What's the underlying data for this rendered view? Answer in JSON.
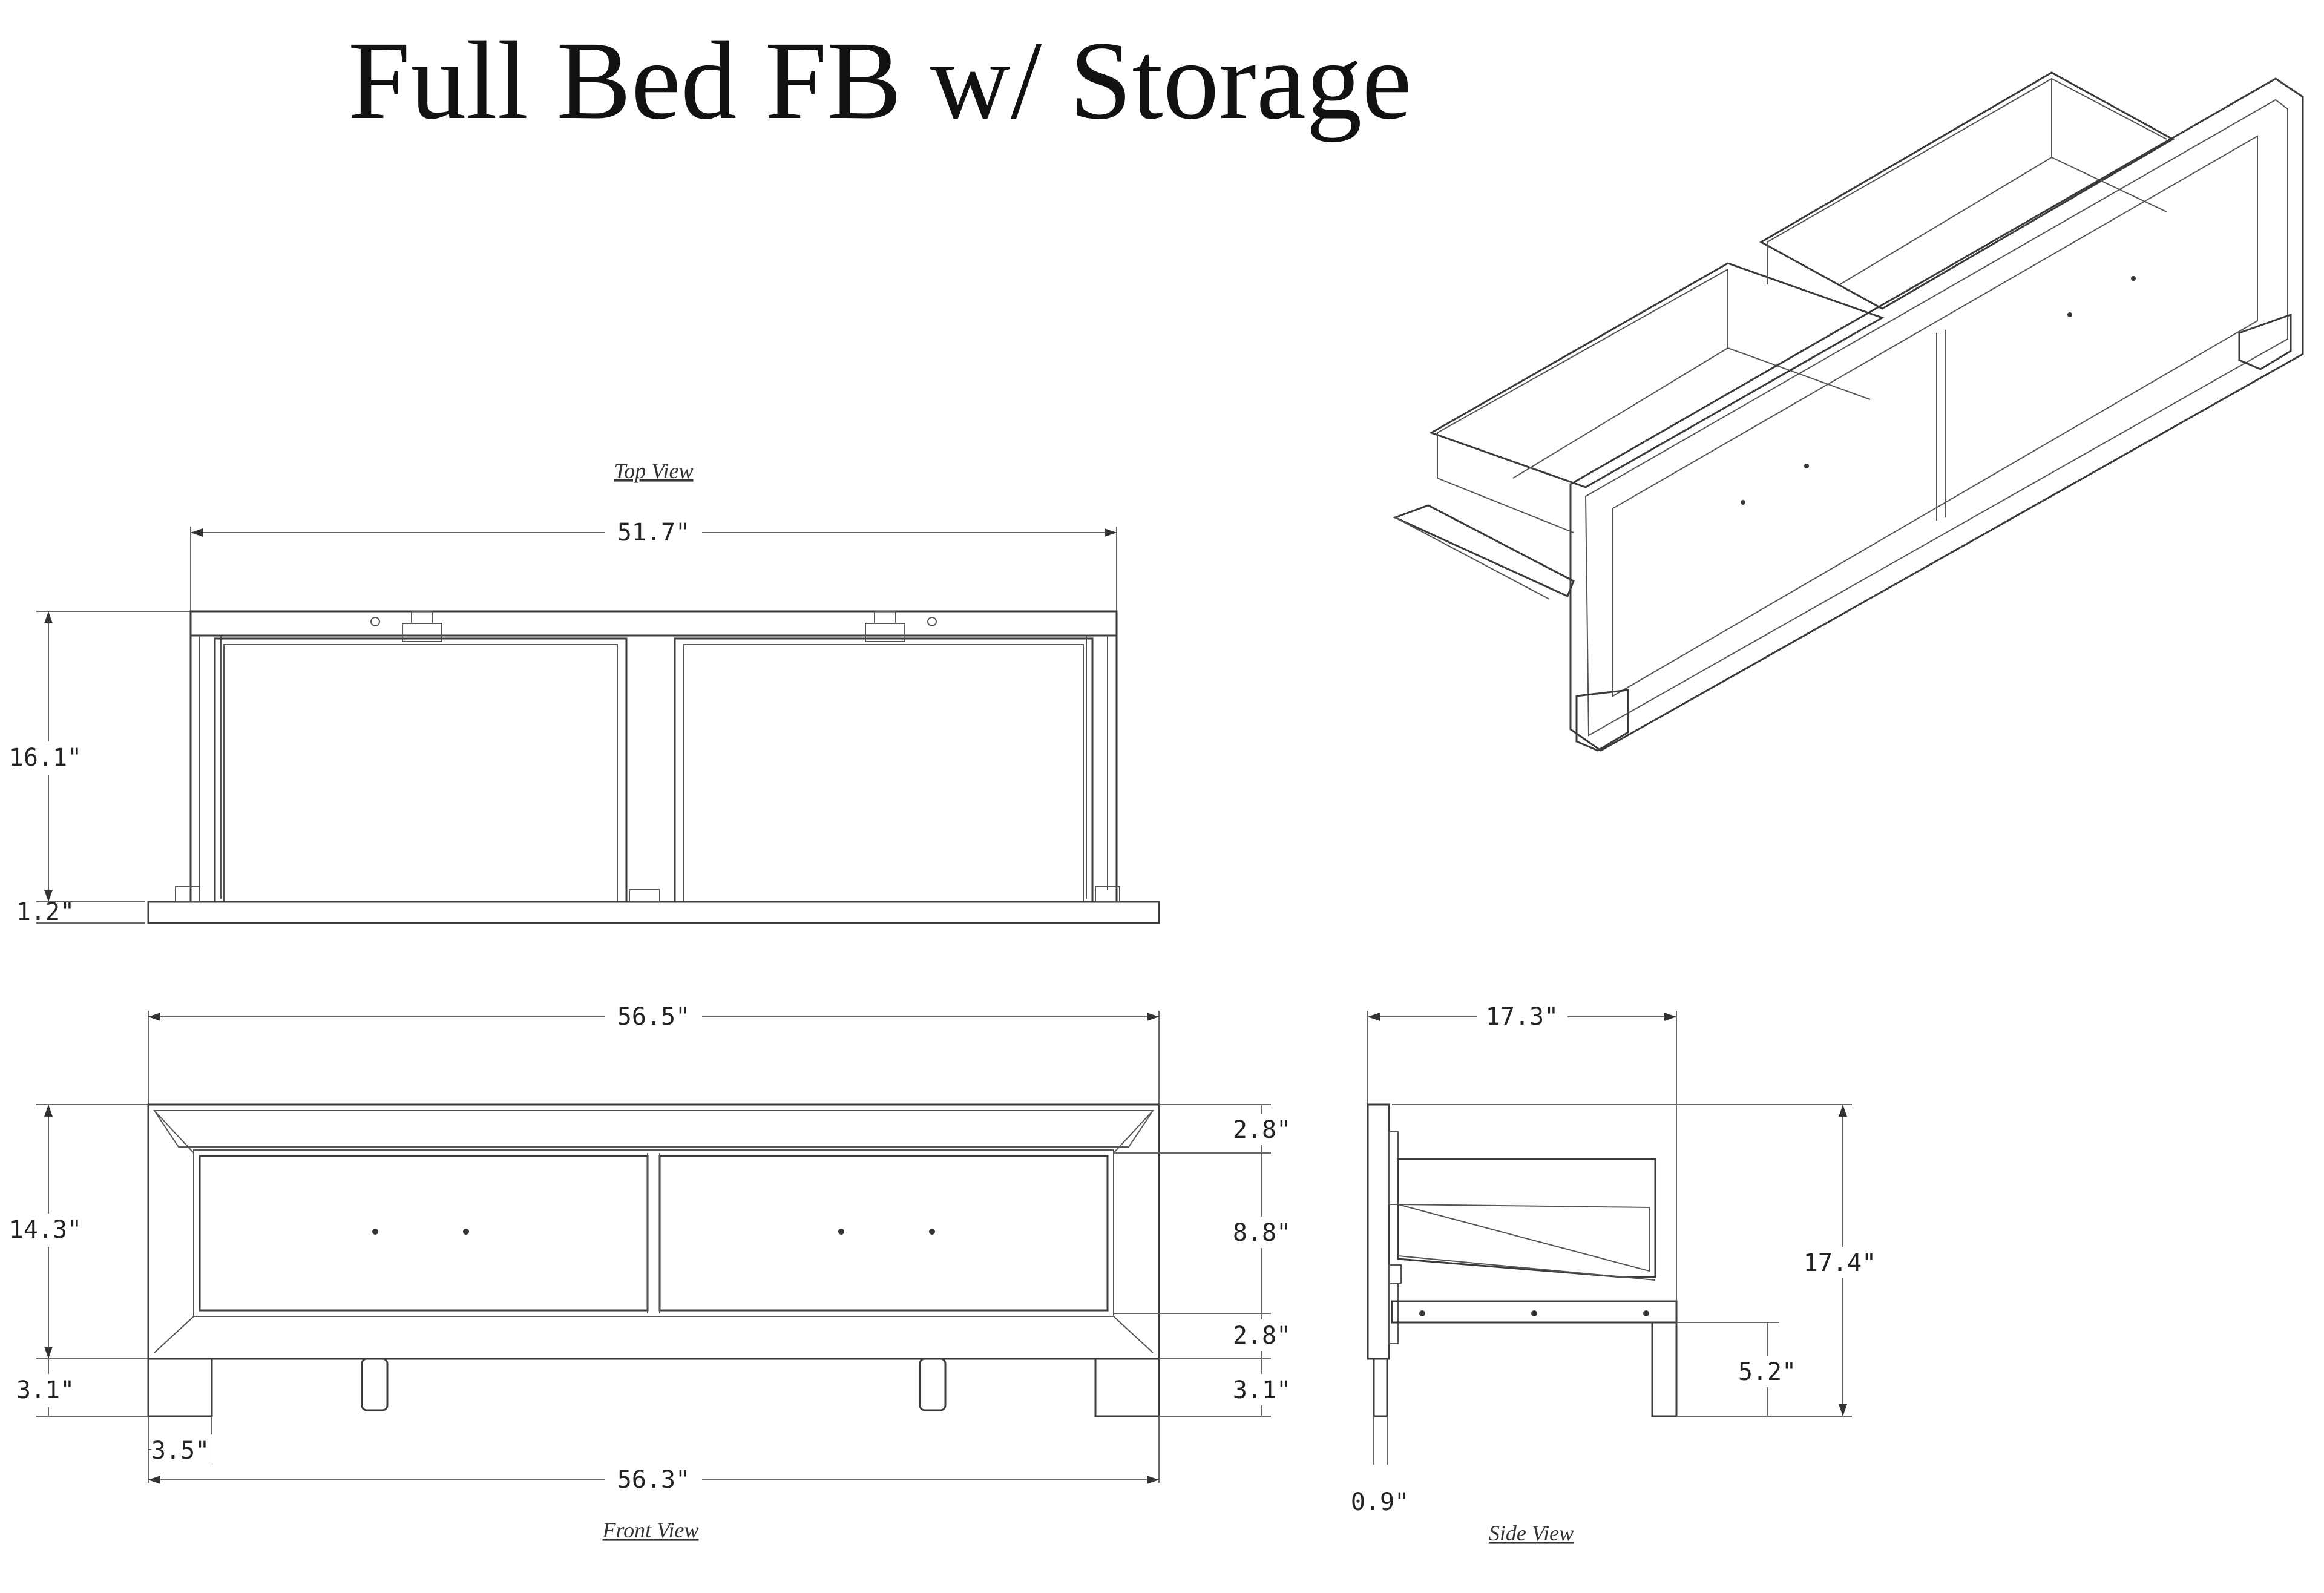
{
  "title": "Full Bed FB w/ Storage",
  "views": {
    "top": "Top View",
    "front": "Front View",
    "side": "Side View"
  },
  "dimensions": {
    "top_width": "51.7\"",
    "top_depth": "16.1\"",
    "top_lip": "1.2\"",
    "front_width_top": "56.5\"",
    "front_height": "14.3\"",
    "front_leg_height_left": "3.1\"",
    "front_leg_offset": "3.5\"",
    "front_width_bottom": "56.3\"",
    "front_rail_top": "2.8\"",
    "front_panel": "8.8\"",
    "front_rail_bottom": "2.8\"",
    "front_leg_height_right": "3.1\"",
    "side_depth": "17.3\"",
    "side_height": "17.4\"",
    "side_leg_height": "5.2\"",
    "side_thickness": "0.9\""
  }
}
